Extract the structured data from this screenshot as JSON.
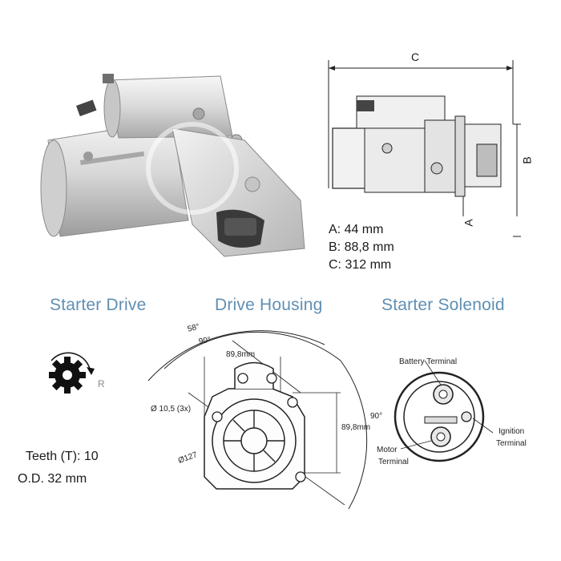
{
  "dimensions": {
    "label_a": "A",
    "label_b": "B",
    "label_c": "C",
    "a": "A: 44 mm",
    "b": "B: 88,8 mm",
    "c": "C: 312 mm"
  },
  "sections": {
    "starter_drive": "Starter Drive",
    "drive_housing": "Drive Housing",
    "starter_solenoid": "Starter Solenoid"
  },
  "starter_drive": {
    "rotation_mark": "R",
    "teeth": "Teeth (T):  10",
    "od": "O.D. 32 mm"
  },
  "drive_housing": {
    "angle_58": "58°",
    "angle_90_top": "90°",
    "width_89_8_top": "89,8mm",
    "hole_diameter": "Ø 10,5 (3x)",
    "angle_90_right": "90°",
    "width_89_8_right": "89,8mm",
    "bore_diameter": "Ø127"
  },
  "solenoid": {
    "battery_terminal": "Battery Terminal",
    "ignition_line1": "Ignition",
    "ignition_line2": "Terminal",
    "motor_line1": "Motor",
    "motor_line2": "Terminal"
  },
  "colors": {
    "title_blue": "#5f8fb3",
    "line_dark": "#222222",
    "metal_light": "#e6e6e6",
    "metal_mid": "#bdbdbd"
  }
}
